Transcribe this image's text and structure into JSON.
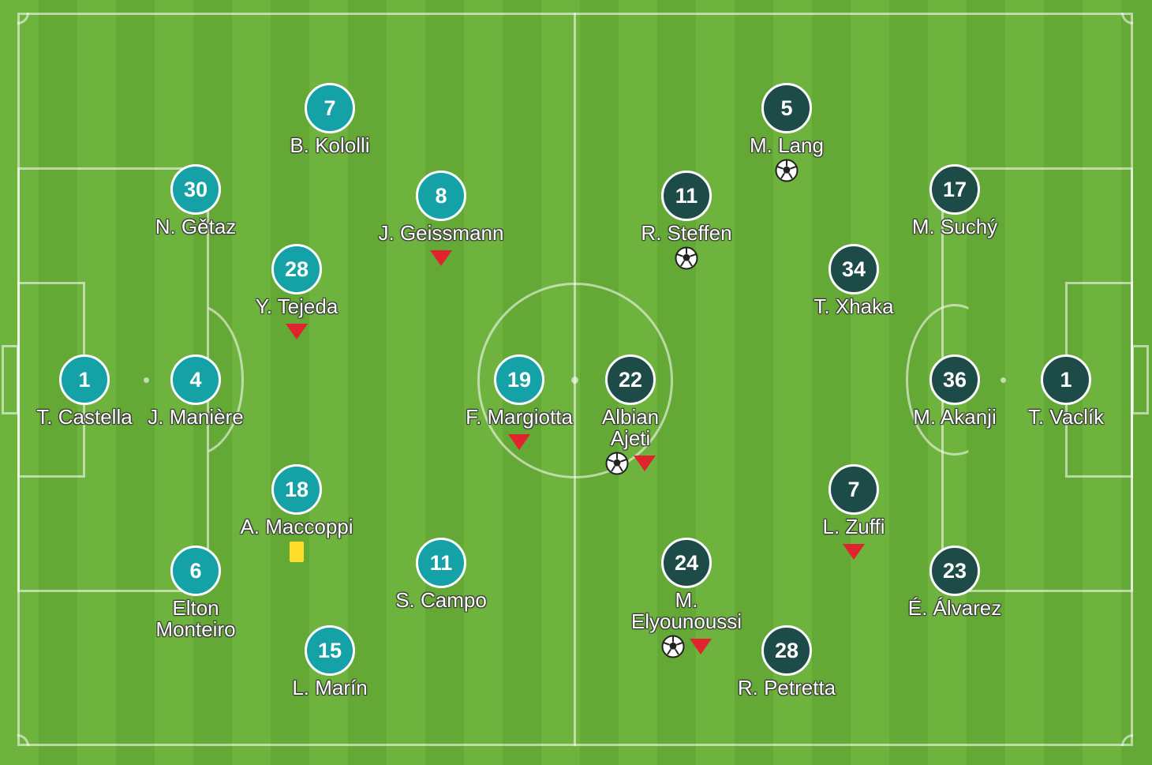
{
  "colors": {
    "home": "#14a2a6",
    "away": "#1d4b48",
    "pitch_light": "#6fb33f",
    "pitch_dark": "#64a935",
    "substitution": "#e0232e",
    "yellow_card": "#ffde2b"
  },
  "home": {
    "players": [
      {
        "number": "1",
        "name": "T. Castella",
        "events": []
      },
      {
        "number": "4",
        "name": "J. Manière",
        "events": []
      },
      {
        "number": "30",
        "name": "N. Gětaz",
        "events": []
      },
      {
        "number": "6",
        "name": "Elton\nMonteiro",
        "events": []
      },
      {
        "number": "7",
        "name": "B. Kololli",
        "events": []
      },
      {
        "number": "28",
        "name": "Y. Tejeda",
        "events": [
          "substitution-icon"
        ]
      },
      {
        "number": "18",
        "name": "A. Maccoppi",
        "events": [
          "yellow-card-icon"
        ]
      },
      {
        "number": "15",
        "name": "L. Marín",
        "events": []
      },
      {
        "number": "8",
        "name": "J. Geissmann",
        "events": [
          "substitution-icon"
        ]
      },
      {
        "number": "11",
        "name": "S. Campo",
        "events": []
      },
      {
        "number": "19",
        "name": "F. Margiotta",
        "events": [
          "substitution-icon"
        ]
      }
    ]
  },
  "away": {
    "players": [
      {
        "number": "1",
        "name": "T. Vaclík",
        "events": []
      },
      {
        "number": "36",
        "name": "M. Akanji",
        "events": []
      },
      {
        "number": "17",
        "name": "M. Suchý",
        "events": []
      },
      {
        "number": "23",
        "name": "É. Álvarez",
        "events": []
      },
      {
        "number": "34",
        "name": "T. Xhaka",
        "events": []
      },
      {
        "number": "7",
        "name": "L. Zuffi",
        "events": [
          "substitution-icon"
        ]
      },
      {
        "number": "5",
        "name": "M. Lang",
        "events": [
          "goal-ball-icon"
        ]
      },
      {
        "number": "28",
        "name": "R. Petretta",
        "events": []
      },
      {
        "number": "11",
        "name": "R. Steffen",
        "events": [
          "goal-ball-icon"
        ]
      },
      {
        "number": "24",
        "name": "M. Elyounoussi",
        "events": [
          "goal-ball-icon",
          "substitution-icon"
        ]
      },
      {
        "number": "22",
        "name": "Albian\nAjeti",
        "events": [
          "goal-ball-icon",
          "substitution-icon"
        ]
      }
    ]
  }
}
